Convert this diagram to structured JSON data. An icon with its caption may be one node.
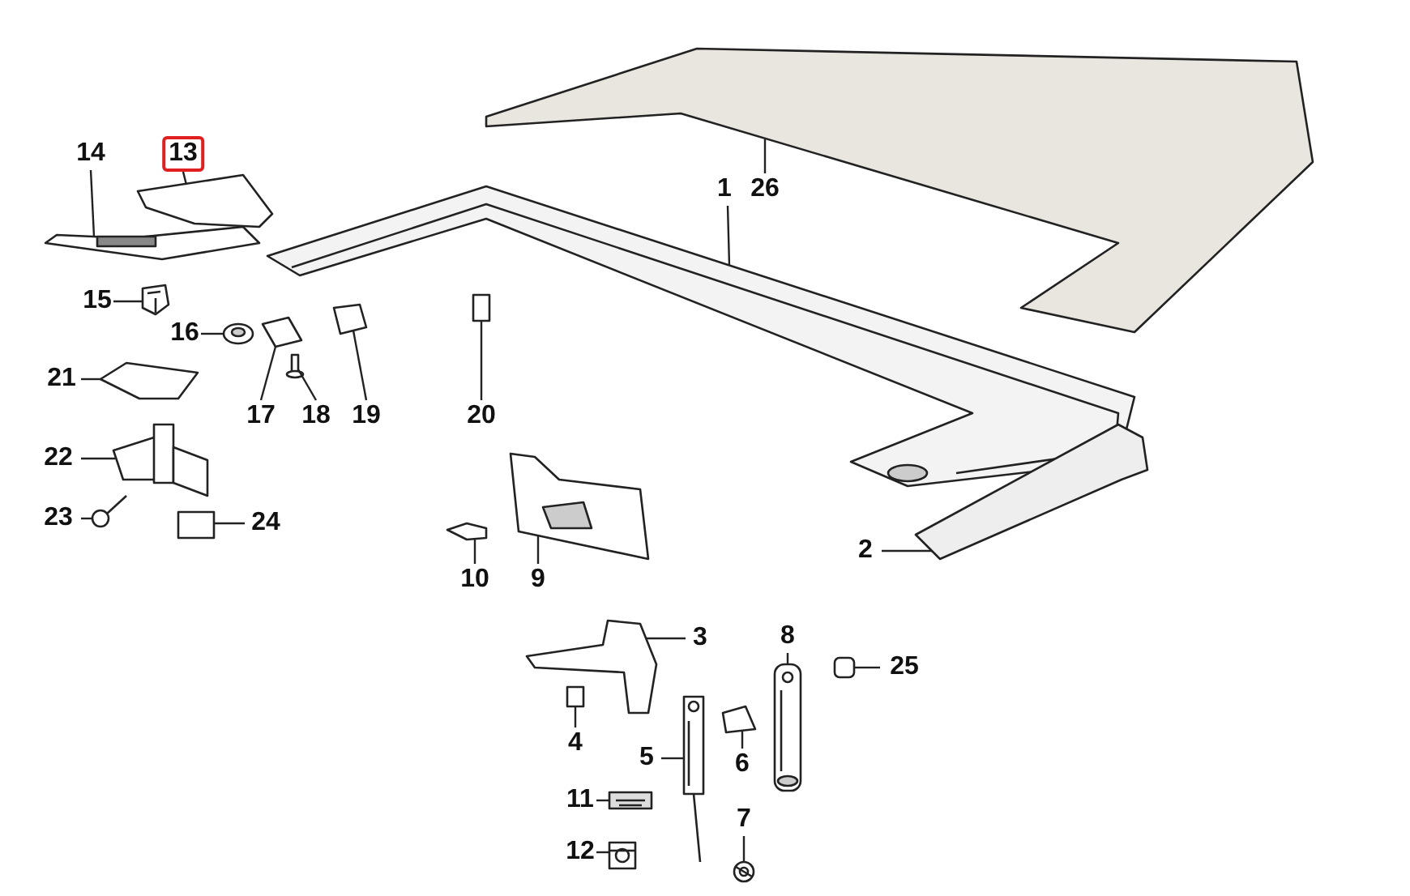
{
  "diagram": {
    "nodes": [
      {
        "text": [
          "14"
        ]
      },
      {
        "text": [
          "13"
        ]
      },
      {
        "text": [
          "1"
        ]
      },
      {
        "text": [
          "26"
        ]
      },
      {
        "text": [
          "15"
        ]
      },
      {
        "text": [
          "16"
        ]
      },
      {
        "text": [
          "21"
        ]
      },
      {
        "text": [
          "17"
        ]
      },
      {
        "text": [
          "18"
        ]
      },
      {
        "text": [
          "19"
        ]
      },
      {
        "text": [
          "20"
        ]
      },
      {
        "text": [
          "22"
        ]
      },
      {
        "text": [
          "23"
        ]
      },
      {
        "text": [
          "24"
        ]
      },
      {
        "text": [
          "2"
        ]
      },
      {
        "text": [
          "10"
        ]
      },
      {
        "text": [
          "9"
        ]
      },
      {
        "text": [
          "3"
        ]
      },
      {
        "text": [
          "8"
        ]
      },
      {
        "text": [
          "25"
        ]
      },
      {
        "text": [
          "4"
        ]
      },
      {
        "text": [
          "5"
        ]
      },
      {
        "text": [
          "6"
        ]
      },
      {
        "text": [
          "11"
        ]
      },
      {
        "text": [
          "7"
        ]
      },
      {
        "text": [
          "12"
        ]
      },
      {
        "text": [],
        "shape": "picture"
      },
      {
        "text": [],
        "shape": "picture"
      },
      {
        "text": [],
        "shape": "picture"
      },
      {
        "text": [],
        "shape": "picture"
      },
      {
        "text": [],
        "shape": "picture"
      },
      {
        "text": [],
        "shape": "picture"
      },
      {
        "text": [],
        "shape": "picture"
      },
      {
        "text": [],
        "shape": "picture"
      },
      {
        "text": [],
        "shape": "picture"
      },
      {
        "text": [],
        "shape": "picture"
      },
      {
        "text": [],
        "shape": "picture"
      },
      {
        "text": [],
        "shape": "picture"
      },
      {
        "text": [],
        "shape": "picture"
      },
      {
        "text": [],
        "shape": "picture"
      },
      {
        "text": [],
        "shape": "picture"
      },
      {
        "text": [],
        "shape": "picture"
      },
      {
        "text": [],
        "shape": "picture"
      },
      {
        "text": [],
        "shape": "picture"
      },
      {
        "text": [],
        "shape": "picture"
      },
      {
        "text": [],
        "shape": "picture"
      },
      {
        "text": [],
        "shape": "picture"
      },
      {
        "text": [],
        "shape": "picture"
      },
      {
        "text": [],
        "shape": "picture"
      },
      {
        "text": [],
        "shape": "picture"
      },
      {
        "text": [],
        "shape": "picture"
      },
      {
        "text": [],
        "shape": "picture"
      }
    ],
    "edges": [
      {
        "from": 0,
        "to": 26,
        "arrow": "none"
      },
      {
        "from": 1,
        "to": 27,
        "arrow": "none"
      },
      {
        "from": 2,
        "to": 28,
        "arrow": "none"
      },
      {
        "from": 3,
        "to": 29,
        "arrow": "none"
      },
      {
        "from": 4,
        "to": 30,
        "arrow": "none"
      },
      {
        "from": 5,
        "to": 31,
        "arrow": "none"
      },
      {
        "from": 6,
        "to": 32,
        "arrow": "none"
      },
      {
        "from": 7,
        "to": 33,
        "arrow": "none"
      },
      {
        "from": 8,
        "to": 34,
        "arrow": "none"
      },
      {
        "from": 9,
        "to": 35,
        "arrow": "none"
      },
      {
        "from": 10,
        "to": 36,
        "arrow": "none"
      },
      {
        "from": 11,
        "to": 37,
        "arrow": "none"
      },
      {
        "from": 12,
        "to": 38,
        "arrow": "none"
      },
      {
        "from": 13,
        "to": 39,
        "arrow": "none"
      },
      {
        "from": 14,
        "to": 40,
        "arrow": "none"
      },
      {
        "from": 15,
        "to": 41,
        "arrow": "none"
      },
      {
        "from": 16,
        "to": 42,
        "arrow": "none"
      },
      {
        "from": 17,
        "to": 43,
        "arrow": "none"
      },
      {
        "from": 18,
        "to": 44,
        "arrow": "none"
      },
      {
        "from": 19,
        "to": 45,
        "arrow": "none"
      },
      {
        "from": 20,
        "to": 46,
        "arrow": "none"
      },
      {
        "from": 21,
        "to": 47,
        "arrow": "none"
      },
      {
        "from": 22,
        "to": 48,
        "arrow": "none"
      },
      {
        "from": 23,
        "to": 49,
        "arrow": "none"
      },
      {
        "from": 24,
        "to": 50,
        "arrow": "none"
      },
      {
        "from": 25,
        "to": 51,
        "arrow": "none"
      }
    ]
  }
}
